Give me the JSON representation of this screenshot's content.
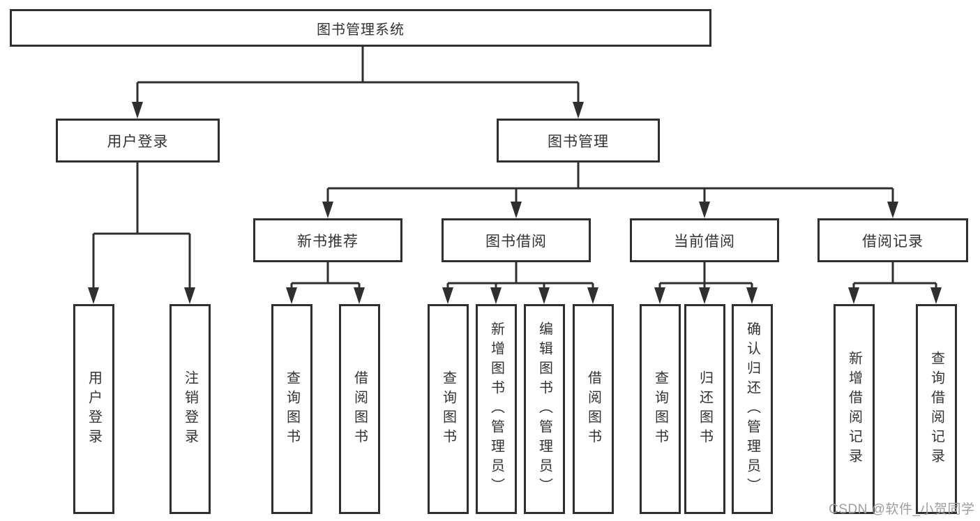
{
  "diagram_title": "图书管理系统",
  "colors": {
    "line": "#2f2f2f",
    "text": "#333333",
    "watermark": "#9e9e9e",
    "box_background": "#ffffff"
  },
  "tree": {
    "root": {
      "label": "图书管理系统"
    },
    "branches": [
      {
        "label": "用户登录",
        "children": [
          {
            "label": "用户登录"
          },
          {
            "label": "注销登录"
          }
        ]
      },
      {
        "label": "图书管理",
        "sections": [
          {
            "label": "新书推荐",
            "children": [
              {
                "label": "查询图书"
              },
              {
                "label": "借阅图书"
              }
            ]
          },
          {
            "label": "图书借阅",
            "children": [
              {
                "label": "查询图书"
              },
              {
                "label": "新增图书（管理员）"
              },
              {
                "label": "编辑图书（管理员）"
              },
              {
                "label": "借阅图书"
              }
            ]
          },
          {
            "label": "当前借阅",
            "children": [
              {
                "label": "查询图书"
              },
              {
                "label": "归还图书"
              },
              {
                "label": "确认归还（管理员）"
              }
            ]
          },
          {
            "label": "借阅记录",
            "children": [
              {
                "label": "新增借阅记录"
              },
              {
                "label": "查询借阅记录"
              }
            ]
          }
        ]
      }
    ]
  },
  "watermark": {
    "text": "CSDN @软件_小贺同学"
  }
}
